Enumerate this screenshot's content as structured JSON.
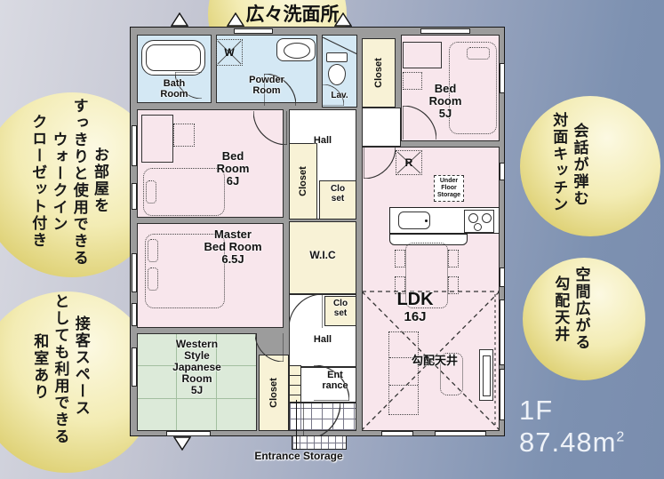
{
  "callouts": {
    "washroom": {
      "text": "広々洗面所"
    },
    "walkin": {
      "lines": [
        "お部屋を",
        "すっきりと使用できる",
        "ウォークイン",
        "クローゼット付き"
      ]
    },
    "washitsu": {
      "lines": [
        "接客スペース",
        "としても利用できる",
        "和室あり"
      ]
    },
    "kitchen": {
      "lines": [
        "会話が弾む",
        "対面キッチン"
      ]
    },
    "ceiling": {
      "lines": [
        "空間広がる",
        "勾配天井"
      ]
    }
  },
  "rooms": {
    "bath": "Bath\nRoom",
    "powder": "Powder\nRoom",
    "washer_symbol": "W",
    "lav": "Lav.",
    "closet_top": "Closet",
    "bed5": "Bed\nRoom\n5J",
    "bed6": "Bed\nRoom\n6J",
    "closet_mid": "Closet",
    "hall_upper": "Hall",
    "closet_small_upper": "Clo\nset",
    "fridge_symbol": "R",
    "under_floor_storage": "Under\nFloor\nStorage",
    "master": "Master\nBed Room\n6.5J",
    "wic": "W.I.C",
    "closet_small_lower": "Clo\nset",
    "hall_lower": "Hall",
    "ldk": "LDK",
    "ldk_size": "16J",
    "sloped_ceiling": "勾配天井",
    "jroom": "Western\nStyle\nJapanese\nRoom\n5J",
    "closet_bottom": "Closet",
    "entrance": "Ent\nrance",
    "entrance_storage": "Entrance Storage"
  },
  "area": {
    "floor": "1F 87.48m",
    "sup": "2"
  },
  "colors": {
    "background_left": "#d9dae2",
    "background_right": "#7a8dae",
    "callout_yellow": "#f3ecb4",
    "wall_gray": "#9c9c9c",
    "room_pink": "#f8e6ec",
    "room_blue": "#d4e8f4",
    "room_cream": "#f8f2d6",
    "room_green": "#dcead9",
    "hall_white": "#ffffff"
  }
}
